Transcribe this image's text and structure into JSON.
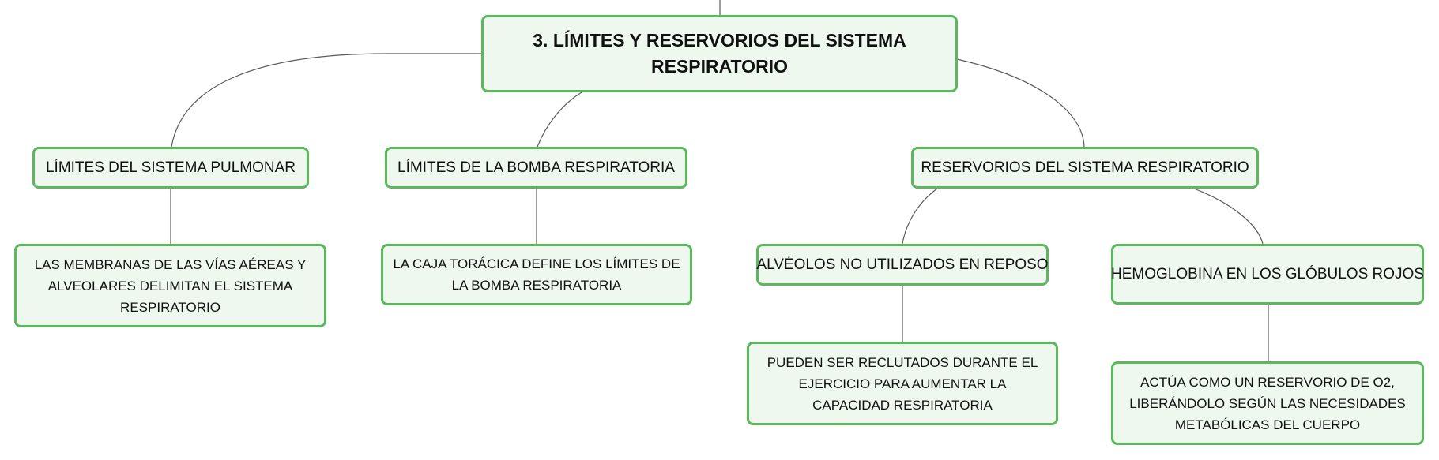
{
  "diagram": {
    "root": {
      "label": "3. LÍMITES Y RESERVORIOS DEL SISTEMA RESPIRATORIO"
    },
    "branches": [
      {
        "label": "LÍMITES DEL SISTEMA PULMONAR",
        "children": [
          "LAS MEMBRANAS DE LAS VÍAS AÉREAS Y ALVEOLARES DELIMITAN EL SISTEMA RESPIRATORIO"
        ]
      },
      {
        "label": "LÍMITES DE LA BOMBA RESPIRATORIA",
        "children": [
          "LA CAJA TORÁCICA DEFINE LOS LÍMITES DE LA BOMBA RESPIRATORIA"
        ]
      },
      {
        "label": "RESERVORIOS DEL SISTEMA RESPIRATORIO",
        "children": [
          {
            "label": "ALVÉOLOS NO UTILIZADOS EN REPOSO",
            "children": [
              "PUEDEN SER RECLUTADOS DURANTE EL EJERCICIO PARA AUMENTAR LA CAPACIDAD RESPIRATORIA"
            ]
          },
          {
            "label": "HEMOGLOBINA EN LOS GLÓBULOS ROJOS",
            "children": [
              "ACTÚA COMO UN RESERVORIO DE O2, LIBERÁNDOLO SEGÚN LAS NECESIDADES METABÓLICAS DEL CUERPO"
            ]
          }
        ]
      }
    ],
    "colors": {
      "node_fill": "#eef8ee",
      "node_border": "#5cb85c",
      "connector": "#5a5a5a",
      "text": "#111111"
    }
  }
}
